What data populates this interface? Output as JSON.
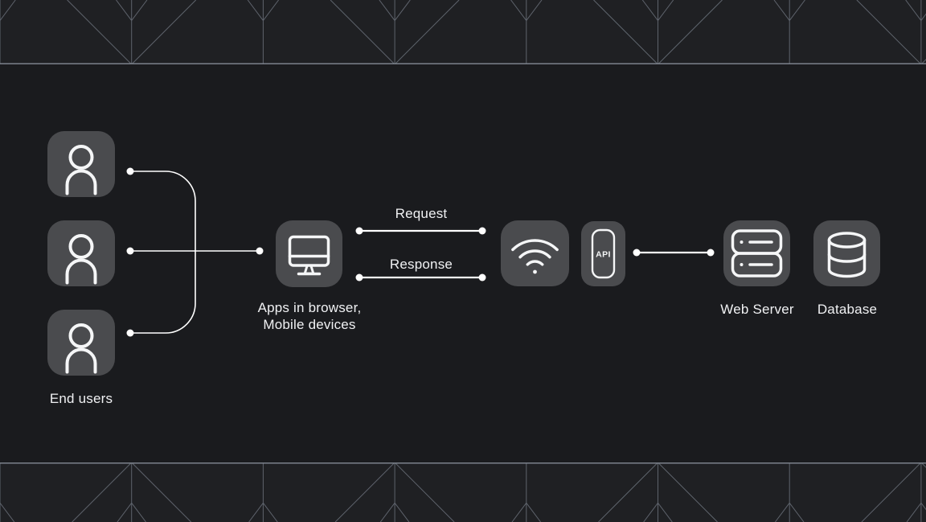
{
  "colors": {
    "page_bg": "#1a1b1e",
    "band_bg": "#1f2023",
    "node_fill": "#4a4b4e",
    "icon_stroke": "#f5f6f7",
    "text": "#f0f1f3",
    "pattern_line": "#5e636c",
    "divider_line": "#7b818b",
    "connector": "#ffffff"
  },
  "diagram": {
    "end_users": {
      "label": "End users",
      "icon": "person-icon",
      "count": 3
    },
    "apps": {
      "label_line1": "Apps in browser,",
      "label_line2": "Mobile devices",
      "icon": "monitor-icon"
    },
    "network": {
      "icon": "wifi-icon"
    },
    "api": {
      "badge": "API",
      "icon": "smartphone-icon"
    },
    "web_server": {
      "label": "Web Server",
      "icon": "server-icon"
    },
    "database": {
      "label": "Database",
      "icon": "database-icon"
    },
    "edges": {
      "request": "Request",
      "response": "Response"
    }
  }
}
